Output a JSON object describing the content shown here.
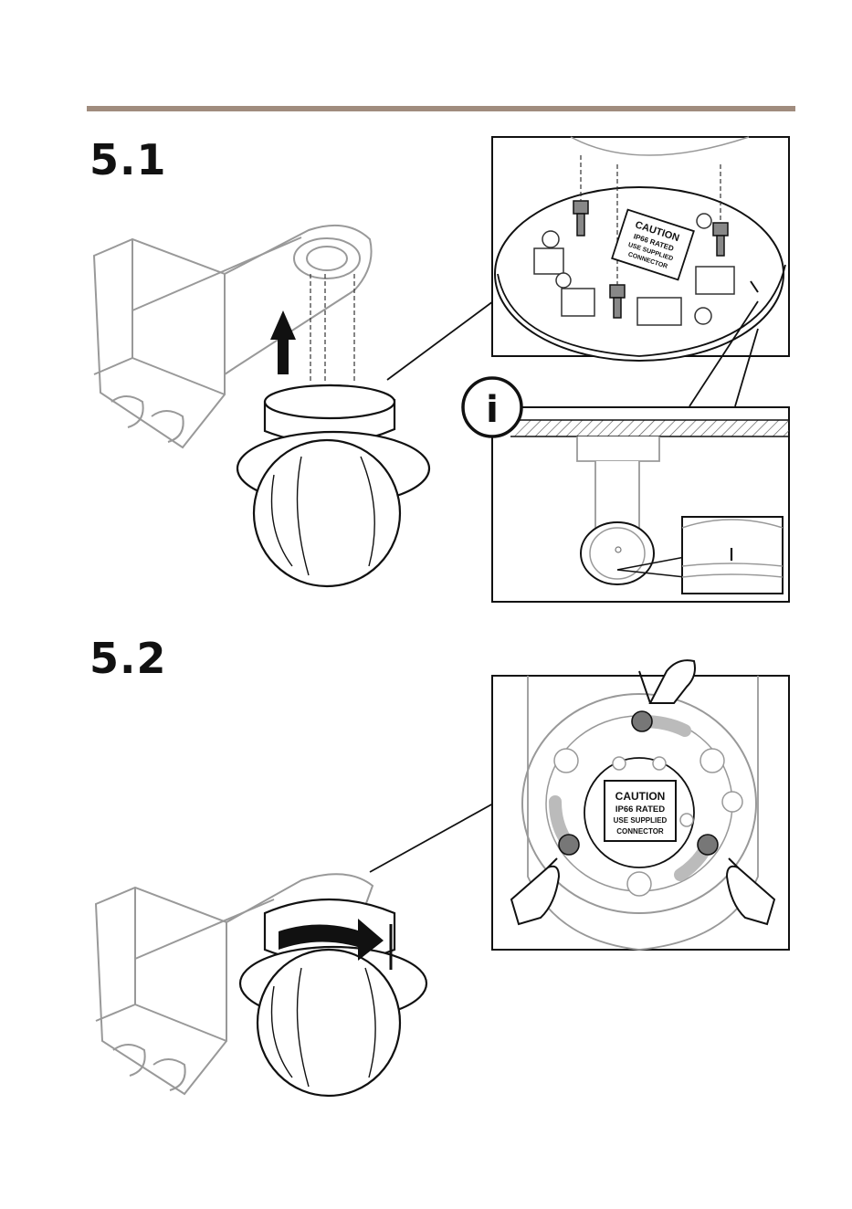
{
  "page": {
    "rule_color": "#a08c7e"
  },
  "steps": [
    {
      "number": "5.1"
    },
    {
      "number": "5.2"
    }
  ],
  "label_box": {
    "line1": "CAUTION",
    "line2": "IP66 RATED",
    "line3": "USE SUPPLIED",
    "line4": "CONNECTOR"
  },
  "info_icon": {
    "glyph": "i",
    "name": "info-icon"
  }
}
